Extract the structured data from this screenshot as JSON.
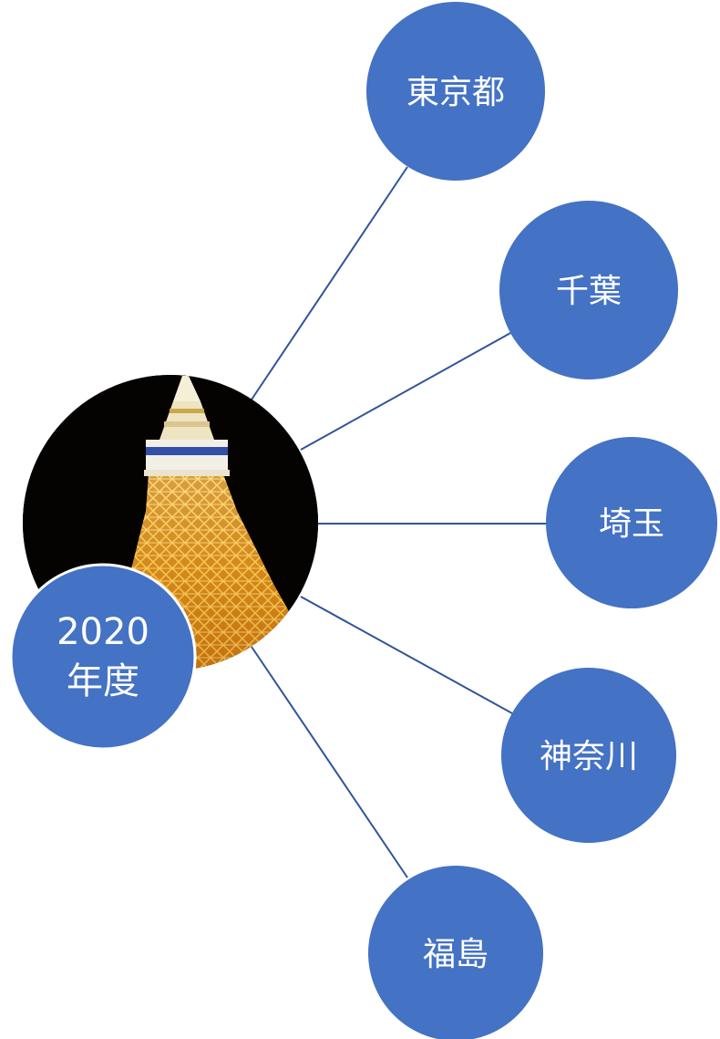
{
  "diagram": {
    "center": {
      "image": "tokyo-tower-night-photo",
      "label_line1": "2020",
      "label_line2": "年度"
    },
    "nodes": [
      {
        "id": "tokyo",
        "label": "東京都"
      },
      {
        "id": "chiba",
        "label": "千葉"
      },
      {
        "id": "saitama",
        "label": "埼玉"
      },
      {
        "id": "kanagawa",
        "label": "神奈川"
      },
      {
        "id": "fukushima",
        "label": "福島"
      }
    ],
    "colors": {
      "node_fill": "#4472C4",
      "node_text": "#ffffff",
      "connector": "#2F5597",
      "center_background": "#000000"
    }
  }
}
